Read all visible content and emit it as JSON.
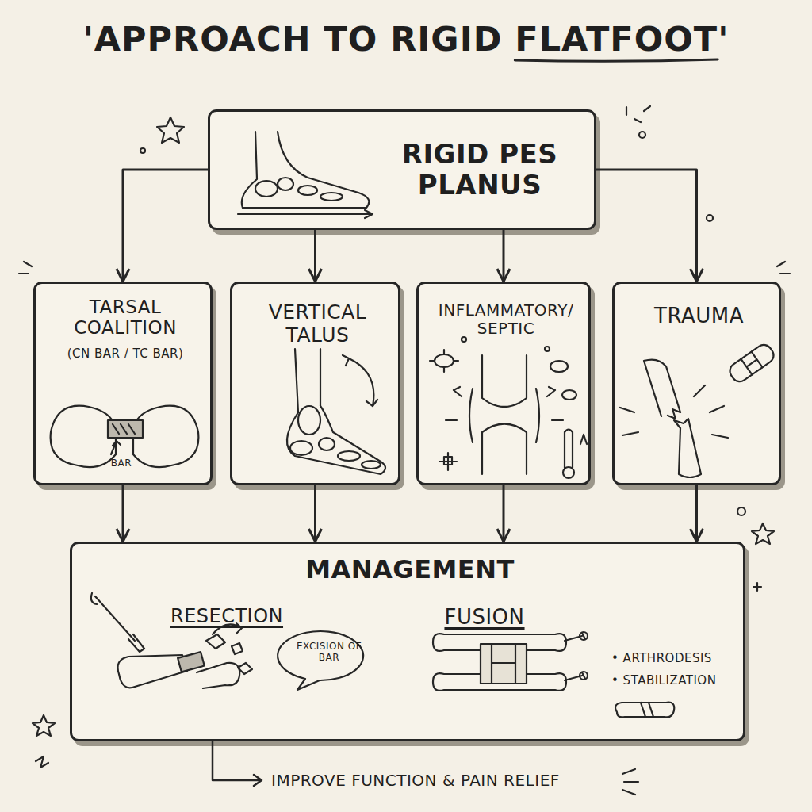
{
  "diagram": {
    "title": "'APPROACH TO RIGID FLATFOOT'",
    "nodes": [
      {
        "text": [
          "RIGID PES PLANUS"
        ]
      },
      {
        "text": [
          "TARSAL COALITION",
          "(CN BAR / TC BAR)",
          "BAR"
        ]
      },
      {
        "text": [
          "VERTICAL TALUS"
        ]
      },
      {
        "text": [
          "INFLAMMATORY/ SEPTIC"
        ]
      },
      {
        "text": [
          "TRAUMA"
        ]
      },
      {
        "text": [
          "MANAGEMENT",
          "RESECTION",
          "FUSION",
          "• ARTHRODESIS",
          "• STABILIZATION"
        ]
      },
      {
        "text": [
          "EXCISION OF BAR"
        ],
        "in": 5
      }
    ],
    "edges": [
      {
        "from": 0,
        "to": 1,
        "arrow": "to"
      },
      {
        "from": 0,
        "to": 2,
        "arrow": "to"
      },
      {
        "from": 0,
        "to": 3,
        "arrow": "to"
      },
      {
        "from": 0,
        "to": 4,
        "arrow": "to"
      },
      {
        "from": 1,
        "to": 5,
        "arrow": "to"
      },
      {
        "from": 2,
        "to": 5,
        "arrow": "to"
      },
      {
        "from": 3,
        "to": 5,
        "arrow": "to"
      },
      {
        "from": 4,
        "to": 5,
        "arrow": "to"
      }
    ],
    "labels": [
      "IMPROVE FUNCTION & PAIN RELIEF"
    ]
  }
}
